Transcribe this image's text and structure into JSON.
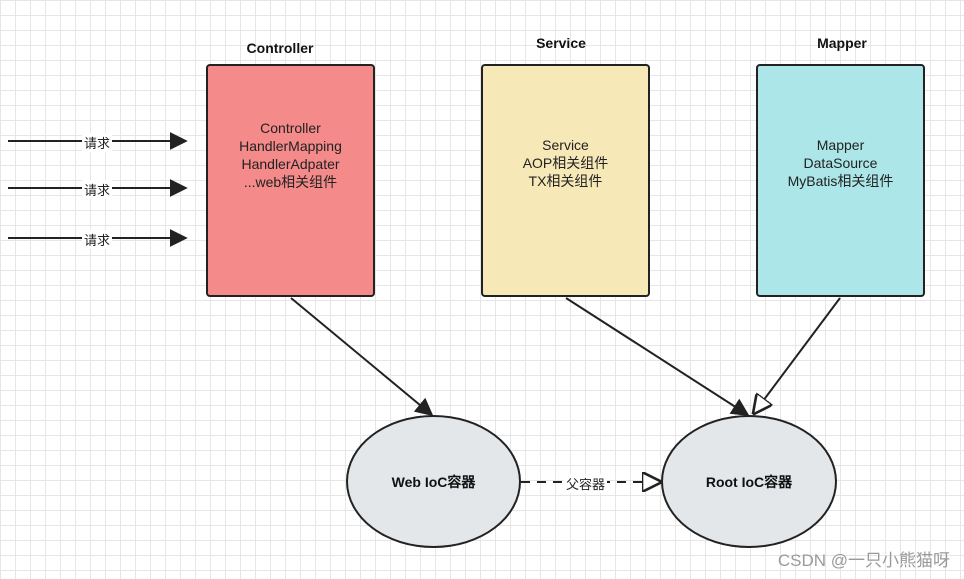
{
  "colors": {
    "controller_fill": "#f48a89",
    "service_fill": "#f7e8b8",
    "mapper_fill": "#ace6e8",
    "ioc_fill": "#e3e7ea",
    "stroke": "#222222"
  },
  "columns": {
    "controller": {
      "title": "Controller",
      "lines": [
        "Controller",
        "HandlerMapping",
        "HandlerAdpater",
        "...web相关组件"
      ]
    },
    "service": {
      "title": "Service",
      "lines": [
        "Service",
        "AOP相关组件",
        "TX相关组件"
      ]
    },
    "mapper": {
      "title": "Mapper",
      "lines": [
        "Mapper",
        "DataSource",
        "MyBatis相关组件"
      ]
    }
  },
  "requests": [
    "请求",
    "请求",
    "请求"
  ],
  "containers": {
    "web": "Web IoC容器",
    "root": "Root IoC容器"
  },
  "parent_label": "父容器",
  "watermark": "CSDN @一只小熊猫呀"
}
